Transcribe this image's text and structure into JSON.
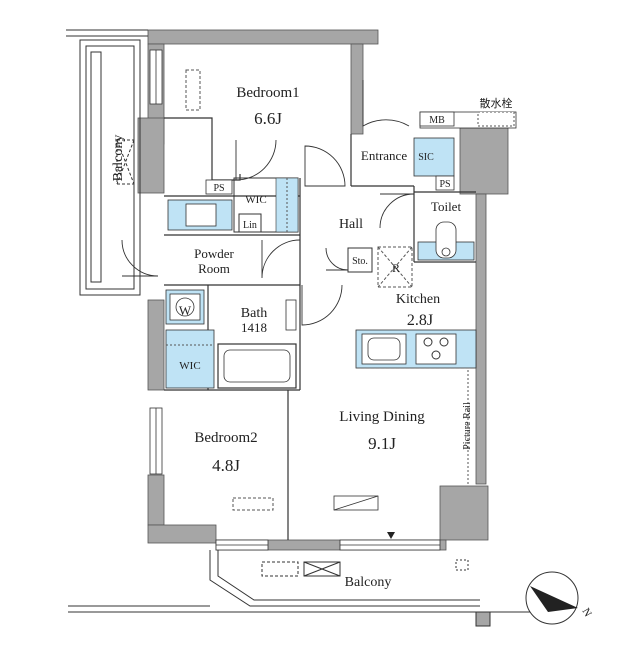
{
  "rooms": {
    "bedroom1": {
      "name": "Bedroom1",
      "size": "6.6J"
    },
    "bedroom2": {
      "name": "Bedroom2",
      "size": "4.8J"
    },
    "living_dining": {
      "name": "Living Dining",
      "size": "9.1J"
    },
    "kitchen": {
      "name": "Kitchen",
      "size": "2.8J"
    },
    "bath": {
      "name": "Bath",
      "size": "1418"
    },
    "powder_room": {
      "line1": "Powder",
      "line2": "Room"
    },
    "hall": "Hall",
    "entrance": "Entrance",
    "toilet": "Toilet",
    "balcony_side": "Balcony",
    "balcony_bottom": "Balcony"
  },
  "labels": {
    "wic_top": "WIC",
    "wic_bottom": "WIC",
    "ps_top": "PS",
    "ps_right": "PS",
    "sic": "SIC",
    "mb": "MB",
    "sto": "Sto.",
    "lin": "Lin",
    "refrigerator": "R",
    "washer": "W",
    "sprinkler_jp": "散水栓",
    "picture_rail": "Picture Rail",
    "compass_n": "N"
  },
  "colors": {
    "wall": "#a6a6a6",
    "line": "#333333",
    "fixture": "#bfe3f5"
  }
}
